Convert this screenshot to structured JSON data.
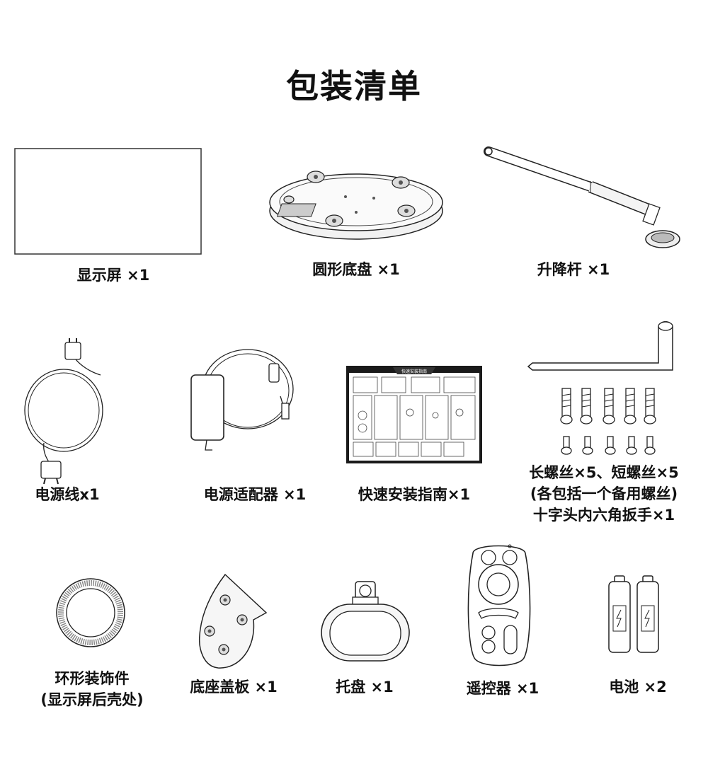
{
  "page": {
    "title": "包装清单"
  },
  "items": [
    {
      "label": "显示屏 ×1",
      "icon": "monitor-panel-icon"
    },
    {
      "label": "圆形底盘 ×1",
      "icon": "round-base-icon"
    },
    {
      "label": "升降杆 ×1",
      "icon": "lift-pole-icon"
    },
    {
      "label": "电源线x1",
      "icon": "power-cord-icon"
    },
    {
      "label": "电源适配器 ×1",
      "icon": "power-adapter-icon"
    },
    {
      "label": "快速安装指南×1",
      "icon": "quick-guide-icon"
    },
    {
      "lines": [
        "长螺丝×5、短螺丝×5",
        "(各包括一个备用螺丝)",
        "十字头内六角扳手×1"
      ],
      "icon": "screws-wrench-icon"
    },
    {
      "lines": [
        "环形装饰件",
        "(显示屏后壳处)"
      ],
      "icon": "ring-decoration-icon"
    },
    {
      "label": "底座盖板 ×1",
      "icon": "base-cover-plate-icon"
    },
    {
      "label": "托盘 ×1",
      "icon": "tray-icon"
    },
    {
      "label": "遥控器 ×1",
      "icon": "remote-control-icon"
    },
    {
      "label": "电池 ×2",
      "icon": "batteries-icon"
    }
  ],
  "guide": {
    "header": "快速安装指南"
  }
}
